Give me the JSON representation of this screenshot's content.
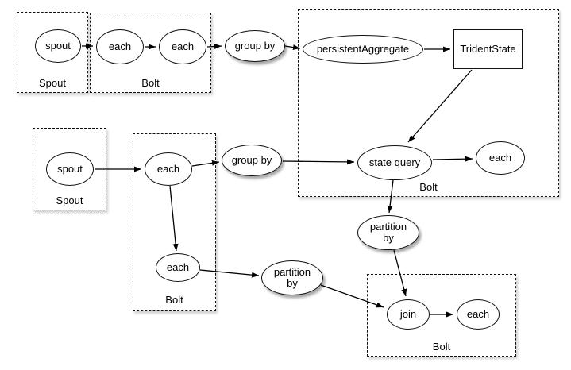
{
  "diagram": {
    "groups": [
      {
        "id": "spout-group-top",
        "label": "Spout"
      },
      {
        "id": "bolt-group-top",
        "label": "Bolt"
      },
      {
        "id": "bolt-group-right",
        "label": "Bolt"
      },
      {
        "id": "spout-group-mid",
        "label": "Spout"
      },
      {
        "id": "bolt-group-mid",
        "label": "Bolt"
      },
      {
        "id": "bolt-group-bottom",
        "label": "Bolt"
      }
    ],
    "nodes": [
      {
        "id": "spout-1",
        "label": "spout",
        "shape": "ellipse",
        "shadow": false
      },
      {
        "id": "each-1",
        "label": "each",
        "shape": "ellipse",
        "shadow": false
      },
      {
        "id": "each-2",
        "label": "each",
        "shape": "ellipse",
        "shadow": false
      },
      {
        "id": "group-by-1",
        "label": "group by",
        "shape": "ellipse",
        "shadow": true
      },
      {
        "id": "persistent-aggregate",
        "label": "persistentAggregate",
        "shape": "ellipse",
        "shadow": false
      },
      {
        "id": "trident-state",
        "label": "TridentState",
        "shape": "rect",
        "shadow": false
      },
      {
        "id": "state-query",
        "label": "state query",
        "shape": "ellipse",
        "shadow": false
      },
      {
        "id": "each-3",
        "label": "each",
        "shape": "ellipse",
        "shadow": false
      },
      {
        "id": "spout-2",
        "label": "spout",
        "shape": "ellipse",
        "shadow": false
      },
      {
        "id": "each-4",
        "label": "each",
        "shape": "ellipse",
        "shadow": false
      },
      {
        "id": "group-by-2",
        "label": "group by",
        "shape": "ellipse",
        "shadow": true
      },
      {
        "id": "each-5",
        "label": "each",
        "shape": "ellipse",
        "shadow": false
      },
      {
        "id": "partition-by-1",
        "label": "partition by",
        "shape": "ellipse",
        "shadow": true
      },
      {
        "id": "partition-by-2",
        "label": "partition by",
        "shape": "ellipse",
        "shadow": true
      },
      {
        "id": "join",
        "label": "join",
        "shape": "ellipse",
        "shadow": false
      },
      {
        "id": "each-6",
        "label": "each",
        "shape": "ellipse",
        "shadow": false
      }
    ],
    "edges": [
      {
        "from": "spout-1",
        "to": "each-1"
      },
      {
        "from": "each-1",
        "to": "each-2"
      },
      {
        "from": "each-2",
        "to": "group-by-1"
      },
      {
        "from": "group-by-1",
        "to": "persistent-aggregate"
      },
      {
        "from": "persistent-aggregate",
        "to": "trident-state"
      },
      {
        "from": "trident-state",
        "to": "state-query"
      },
      {
        "from": "spout-2",
        "to": "each-4"
      },
      {
        "from": "each-4",
        "to": "group-by-2"
      },
      {
        "from": "group-by-2",
        "to": "state-query"
      },
      {
        "from": "state-query",
        "to": "each-3"
      },
      {
        "from": "state-query",
        "to": "partition-by-1"
      },
      {
        "from": "each-4",
        "to": "each-5"
      },
      {
        "from": "each-5",
        "to": "partition-by-2"
      },
      {
        "from": "partition-by-1",
        "to": "join"
      },
      {
        "from": "partition-by-2",
        "to": "join"
      },
      {
        "from": "join",
        "to": "each-6"
      }
    ],
    "colors": {
      "stroke": "#000000",
      "background": "#ffffff",
      "shadow": "rgba(0,0,0,0.35)"
    }
  }
}
